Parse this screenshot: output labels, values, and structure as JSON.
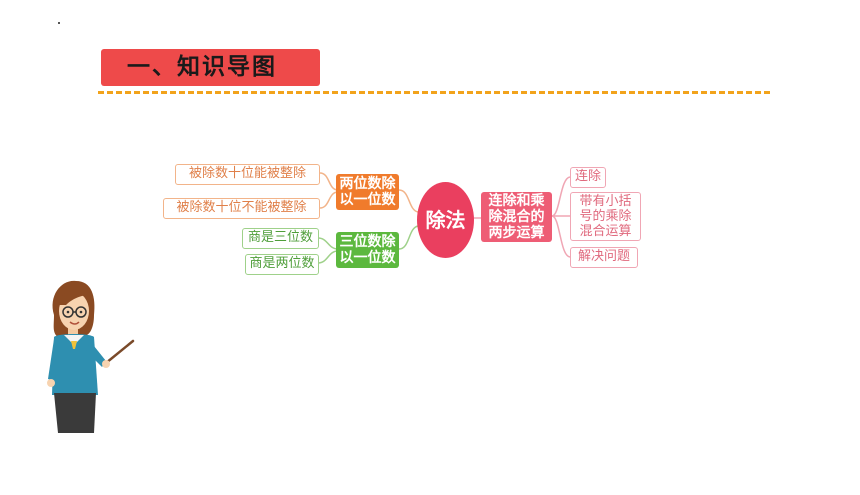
{
  "header": {
    "title": "一、知识导图"
  },
  "mindmap": {
    "center": "除法",
    "left": [
      {
        "label": "两位数除以一位数",
        "lines": [
          "两位数除",
          "以一位数"
        ],
        "children": [
          "被除数十位能被整除",
          "被除数十位不能被整除"
        ]
      },
      {
        "label": "三位数除以一位数",
        "lines": [
          "三位数除",
          "以一位数"
        ],
        "children": [
          "商是三位数",
          "商是两位数"
        ]
      }
    ],
    "right": {
      "label": "连除和乘除混合的两步运算",
      "lines": [
        "连除和乘",
        "除混合的",
        "两步运算"
      ],
      "children": [
        {
          "text": "连除",
          "lines": [
            "连除"
          ]
        },
        {
          "text": "带有小括号的乘除混合运算",
          "lines": [
            "带有小括",
            "号的乘除",
            "混合运算"
          ]
        },
        {
          "text": "解决问题",
          "lines": [
            "解决问题"
          ]
        }
      ]
    },
    "colors": {
      "orange": "#f07b2c",
      "green": "#5cb83e",
      "pink": "#ee5d75",
      "center": "#ea3f5f",
      "banner": "#ee4a4a",
      "dash": "#f2a31b"
    }
  },
  "illustration": {
    "icon": "teacher-with-pointer-icon"
  }
}
